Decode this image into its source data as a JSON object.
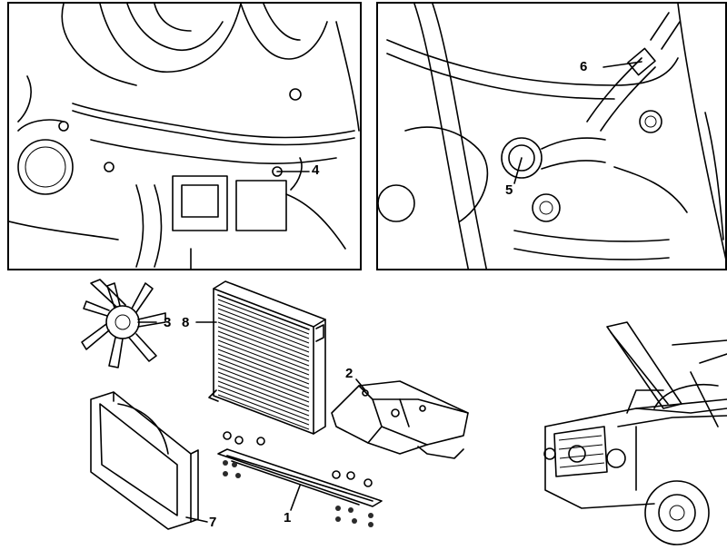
{
  "callouts": {
    "c1": "1",
    "c2": "2",
    "c3": "3",
    "c4": "4",
    "c5": "5",
    "c6": "6",
    "c7": "7",
    "c8": "8"
  },
  "parts": [
    {
      "id": "1",
      "part": "lower-splash-panel-with-bolts"
    },
    {
      "id": "2",
      "part": "engine-cover"
    },
    {
      "id": "3",
      "part": "fan"
    },
    {
      "id": "4",
      "part": "hose-connection-intake"
    },
    {
      "id": "5",
      "part": "hose-clamp-connection"
    },
    {
      "id": "6",
      "part": "coolant-hose"
    },
    {
      "id": "7",
      "part": "fan-shroud"
    },
    {
      "id": "8",
      "part": "radiator"
    }
  ]
}
